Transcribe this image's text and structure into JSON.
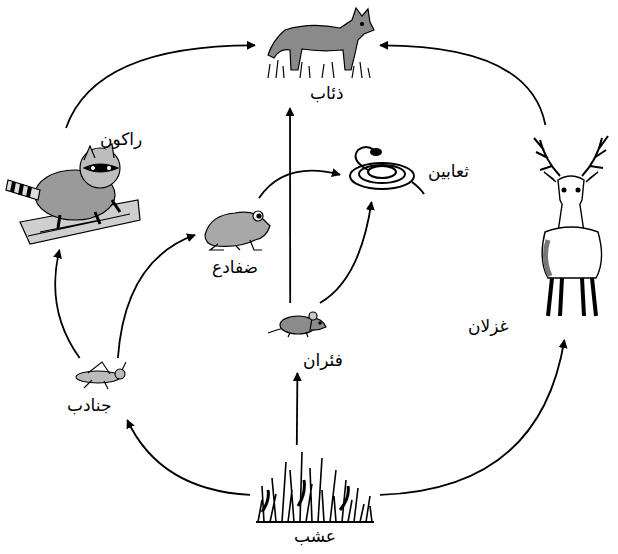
{
  "diagram": {
    "nodes": [
      {
        "text": [
          "ذئاب"
        ]
      },
      {
        "text": [
          "راكون"
        ]
      },
      {
        "text": [
          "ثعابين"
        ]
      },
      {
        "text": [
          "ضفادع"
        ]
      },
      {
        "text": [
          "فئران"
        ]
      },
      {
        "text": [
          "غزلان"
        ]
      },
      {
        "text": [
          "جنادب"
        ]
      },
      {
        "text": [
          "عشب"
        ]
      }
    ],
    "edges": [
      {
        "from": 7,
        "to": 6,
        "arrow": "to"
      },
      {
        "from": 7,
        "to": 4,
        "arrow": "to"
      },
      {
        "from": 7,
        "to": 5,
        "arrow": "to"
      },
      {
        "from": 6,
        "to": 1,
        "arrow": "to"
      },
      {
        "from": 6,
        "to": 3,
        "arrow": "to"
      },
      {
        "from": 3,
        "to": 2,
        "arrow": "to"
      },
      {
        "from": 4,
        "to": 2,
        "arrow": "to"
      },
      {
        "from": 4,
        "to": 0,
        "arrow": "to"
      },
      {
        "from": 1,
        "to": 0,
        "arrow": "to"
      },
      {
        "from": 5,
        "to": 0,
        "arrow": "to"
      }
    ]
  }
}
